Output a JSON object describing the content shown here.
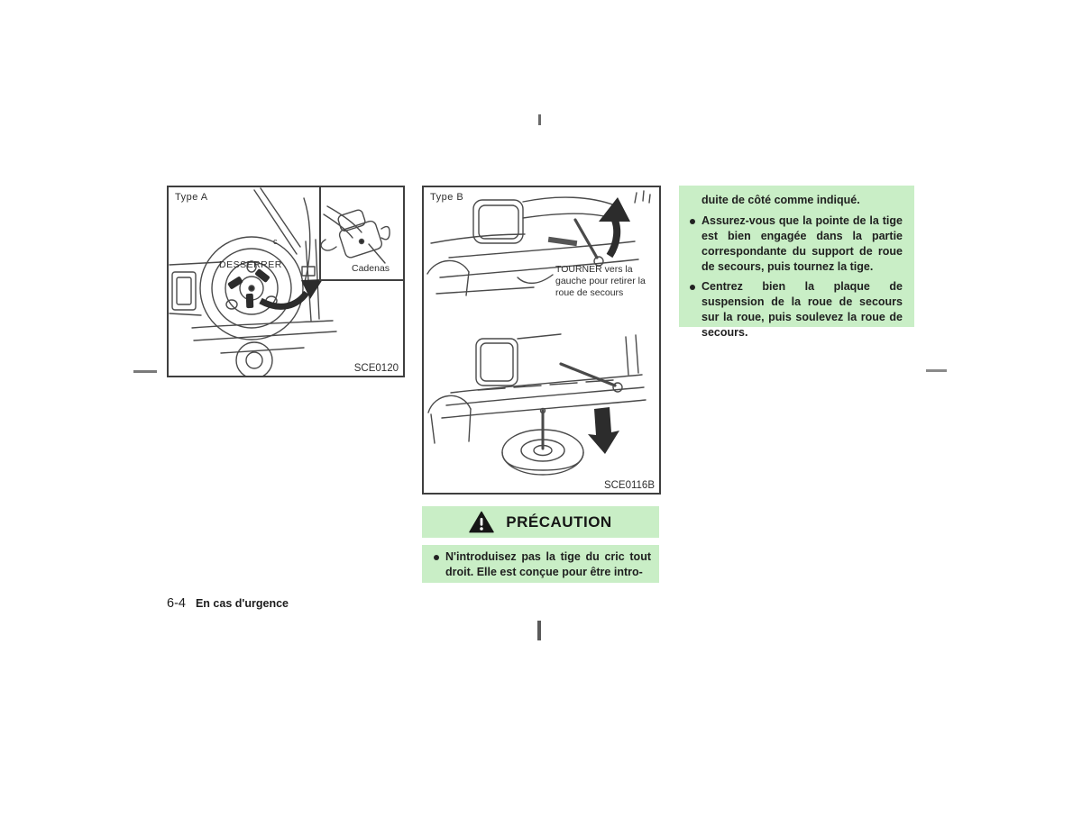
{
  "figure_a": {
    "type_label": "Type A",
    "desserrer_label": "DESSERRER",
    "hose_label": "c",
    "cadenas_label": "Cadenas",
    "figure_code": "SCE0120"
  },
  "figure_b": {
    "type_label": "Type B",
    "tourner_label": "TOURNER vers la gauche pour retirer la roue de secours",
    "figure_code": "SCE0116B"
  },
  "note_block": {
    "continuation_line": "duite de côté comme indiqué.",
    "bullets": [
      "Assurez-vous que la pointe de la tige est bien engagée dans la partie correspondante du support de roue de secours, puis tournez la tige.",
      "Centrez bien la plaque de suspension de la roue de secours sur la roue, puis soulevez la roue de secours."
    ]
  },
  "caution": {
    "title": "PRÉCAUTION",
    "bullets": [
      "N'introduisez pas la tige du cric tout droit. Elle est conçue pour être intro-"
    ]
  },
  "footer": {
    "page_number": "6-4",
    "section_title": "En cas d'urgence"
  },
  "colors": {
    "highlight_green": "#c9eec6",
    "text_dark": "#1f1f1f"
  }
}
